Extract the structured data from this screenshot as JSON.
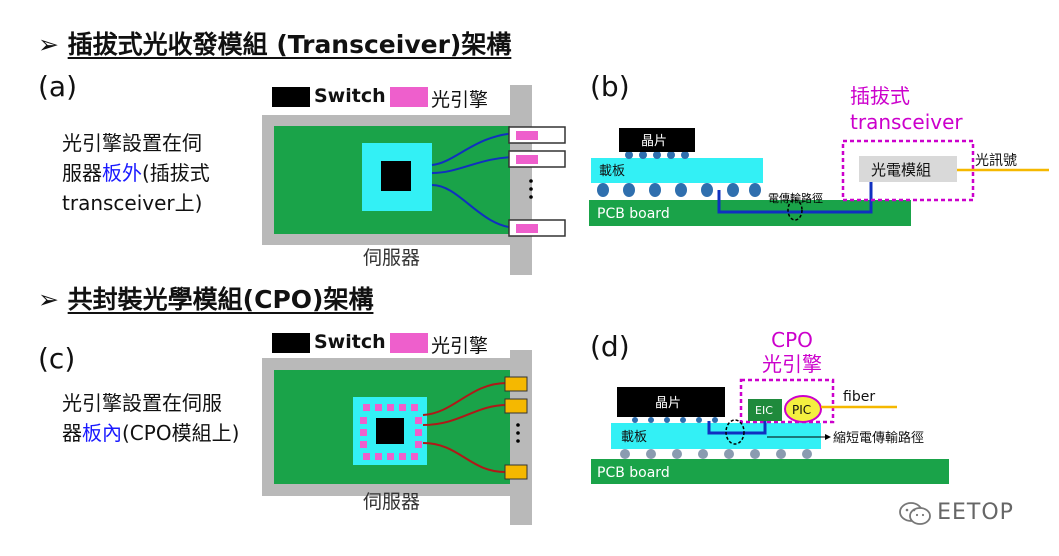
{
  "sections": {
    "transceiver": {
      "bullet": "➢",
      "title": "插拔式光收發模組 (Transceiver)架構"
    },
    "cpo": {
      "bullet": "➢",
      "title": "共封裝光學模組(CPO)架構"
    }
  },
  "panels": {
    "a": {
      "label": "(a)",
      "desc_line1": "光引擎設置在伺",
      "desc_line2_blue": "服器",
      "desc_line2_blue2": "板外",
      "desc_line2_rest": "(插拔式",
      "desc_line3": "transceiver上)",
      "legend_switch": "Switch",
      "legend_engine": "光引擎",
      "server": "伺服器"
    },
    "b": {
      "label": "(b)",
      "chip": "晶片",
      "substrate": "載板",
      "pcb": "PCB board",
      "elec_path": "電傳輸路徑",
      "module": "光電模組",
      "optical_signal": "光訊號",
      "pluggable_line1": "插拔式",
      "pluggable_line2": "transceiver"
    },
    "c": {
      "label": "(c)",
      "desc_line1": "光引擎設置在伺服",
      "desc_line2_a": "器",
      "desc_line2_blue": "板內",
      "desc_line2_rest": "(CPO模組上)",
      "legend_switch": "Switch",
      "legend_engine": "光引擎",
      "server": "伺服器"
    },
    "d": {
      "label": "(d)",
      "chip": "晶片",
      "substrate": "載板",
      "pcb": "PCB board",
      "eic": "EIC",
      "pic": "PIC",
      "fiber": "fiber",
      "short_path": "縮短電傳輸路徑",
      "cpo_line1": "CPO",
      "cpo_line2": "光引擎"
    }
  },
  "watermark": "EETOP",
  "colors": {
    "board_green": "#1aa349",
    "server_gray": "#b9b9b9",
    "cyan": "#33f0f5",
    "engine_pink": "#ee5fcc",
    "magenta": "#cc00cc",
    "fiber_yellow": "#f5b800",
    "trace_blue": "#1030c0",
    "trace_red": "#b01818"
  }
}
